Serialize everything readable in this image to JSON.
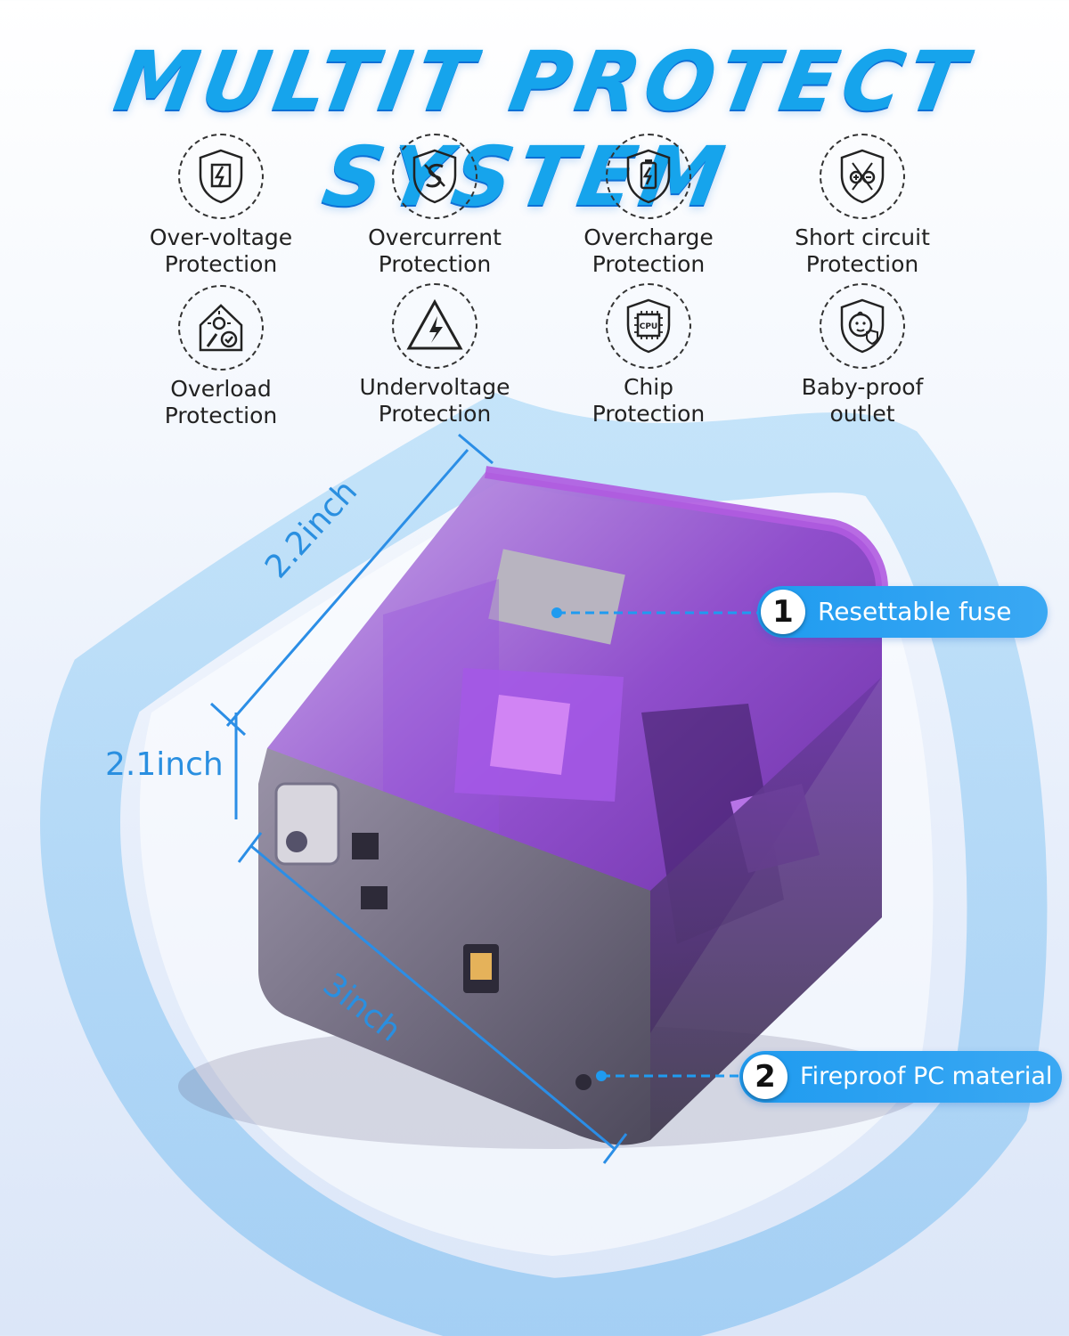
{
  "title": "MULTIT PROTECT SYSTEM",
  "features": [
    {
      "label": "Over-voltage\nProtection",
      "icon": "over-voltage-icon"
    },
    {
      "label": "Overcurrent\nProtection",
      "icon": "overcurrent-icon"
    },
    {
      "label": "Overcharge\nProtection",
      "icon": "overcharge-battery-icon"
    },
    {
      "label": "Short circuit\nProtection",
      "icon": "short-circuit-icon"
    },
    {
      "label": "Overload\nProtection",
      "icon": "overload-icon"
    },
    {
      "label": "Undervoltage\nProtection",
      "icon": "undervoltage-warning-icon"
    },
    {
      "label": "Chip\nProtection",
      "icon": "cpu-chip-icon"
    },
    {
      "label": "Baby-proof\noutlet",
      "icon": "baby-face-icon"
    }
  ],
  "chip_text": "CPU",
  "dimensions": {
    "depth": "2.2inch",
    "height": "2.1inch",
    "width": "3inch"
  },
  "callouts": [
    {
      "num": "1",
      "text": "Resettable fuse"
    },
    {
      "num": "2",
      "text": "Fireproof PC material"
    }
  ],
  "colors": {
    "accent": "#16a4ec",
    "device": "#7b2fc4",
    "callout": "#1f9bf0"
  }
}
